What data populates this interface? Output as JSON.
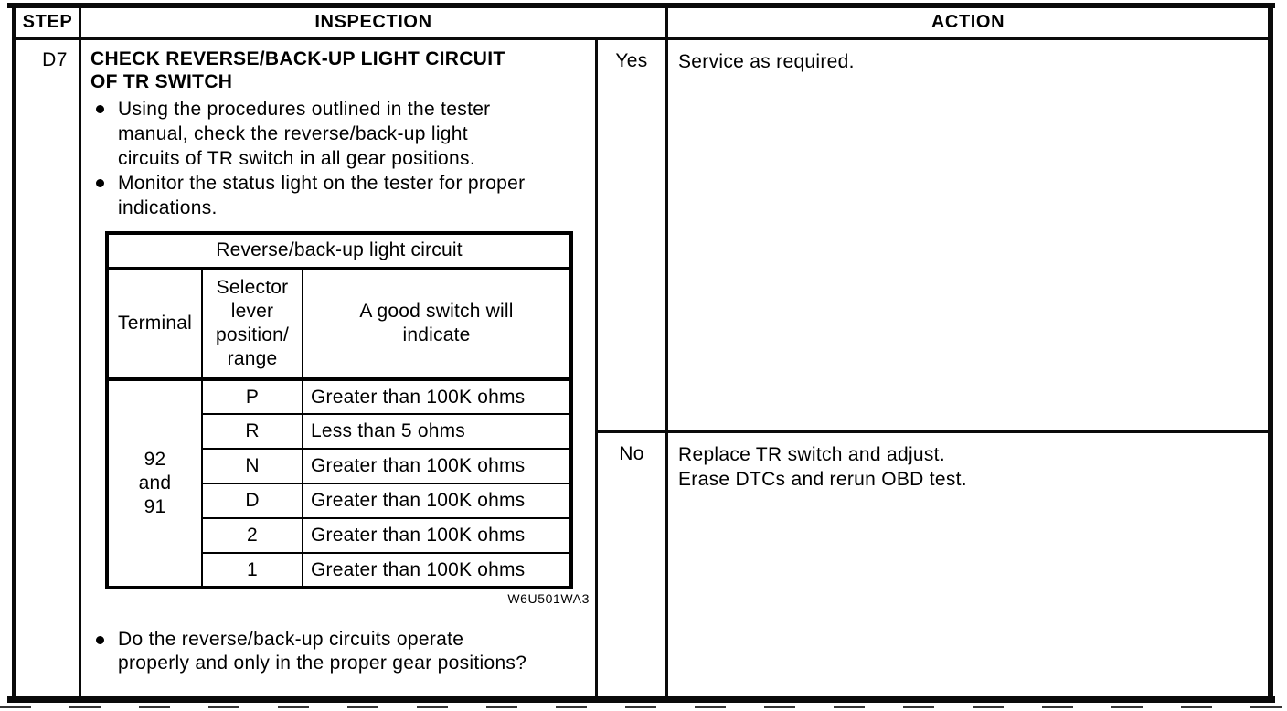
{
  "header": {
    "step": "STEP",
    "inspection": "INSPECTION",
    "action": "ACTION"
  },
  "step": {
    "id": "D7"
  },
  "inspection": {
    "title_lines": [
      "CHECK REVERSE/BACK-UP LIGHT CIRCUIT",
      "OF TR SWITCH"
    ],
    "bullets": [
      {
        "lines": [
          "Using the procedures outlined in the tester",
          "manual, check the reverse/back-up light",
          "circuits of TR switch in all gear positions."
        ]
      },
      {
        "lines": [
          "Monitor the status light on the tester for proper",
          "indications."
        ]
      }
    ],
    "inner_table": {
      "title": "Reverse/back-up light circuit",
      "columns": {
        "terminal": "Terminal",
        "position": "Selector\nlever\nposition/\nrange",
        "indication": "A good switch will\nindicate"
      },
      "terminal_value": "92\nand\n91",
      "rows": [
        {
          "position": "P",
          "indication": "Greater than 100K ohms"
        },
        {
          "position": "R",
          "indication": "Less than 5 ohms"
        },
        {
          "position": "N",
          "indication": "Greater than 100K ohms"
        },
        {
          "position": "D",
          "indication": "Greater than 100K ohms"
        },
        {
          "position": "2",
          "indication": "Greater than 100K ohms"
        },
        {
          "position": "1",
          "indication": "Greater than 100K ohms"
        }
      ]
    },
    "figure_code": "W6U501WA3",
    "question_lines": [
      "Do the reverse/back-up circuits operate",
      "properly and only in the proper gear positions?"
    ]
  },
  "actions": [
    {
      "answer": "Yes",
      "lines": [
        "Service as required."
      ]
    },
    {
      "answer": "No",
      "lines": [
        "Replace TR switch and adjust.",
        "Erase DTCs and rerun OBD test."
      ]
    }
  ],
  "colors": {
    "ink": "#000000",
    "paper": "#ffffff"
  }
}
